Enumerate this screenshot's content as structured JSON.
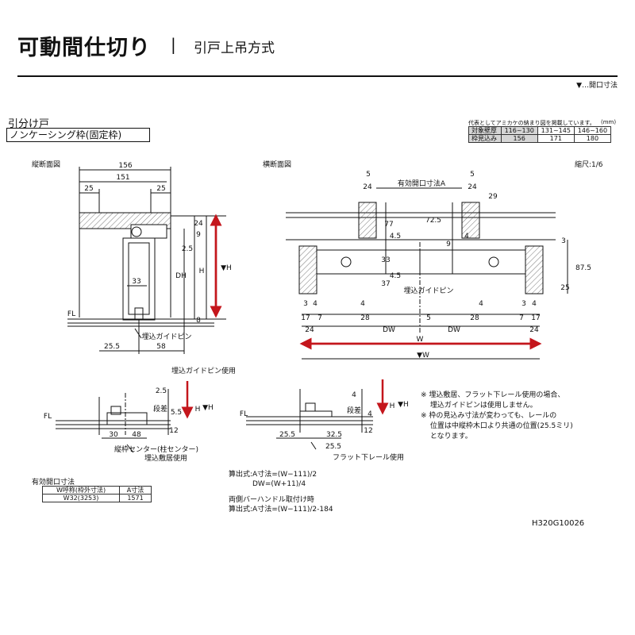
{
  "header": {
    "title": "可動間仕切り",
    "separator": "|",
    "subtitle": "引戸上吊方式",
    "legend": "▼…開口寸法"
  },
  "door": {
    "type": "引分け戸",
    "frame": "ノンケーシング枠(固定枠)"
  },
  "spec": {
    "note": "代表としてアミカケの納まり図を掲載しています。",
    "unit": "(mm)",
    "rows": [
      [
        "対象壁厚",
        "116~130",
        "131~145",
        "146~160"
      ],
      [
        "枠見込み",
        "156",
        "171",
        "180"
      ]
    ]
  },
  "labels": {
    "vertical_section": "縦断面図",
    "horizontal_section": "横断面図",
    "scale": "縮尺:1/6",
    "guide_pin_usage": "埋込ガイドピン使用",
    "guide_pin": "埋込ガイドピン",
    "opening_a": "有効開口寸法A",
    "fl": "FL",
    "floor_diff": "段差",
    "post_center": "縦枠センター(柱センター)",
    "threshold_usage": "埋込敷居使用",
    "flat_rail_usage": "フラット下レール使用",
    "dim_w": "W",
    "dim_w_open": "▼W",
    "dim_dw": "DW",
    "dim_dh": "DH",
    "dim_h": "H",
    "dim_h_open": "▼H"
  },
  "dims": {
    "d156": "156",
    "d151": "151",
    "d25": "25",
    "d24": "24",
    "d8": "8",
    "d9": "9",
    "d25_5": "25.5",
    "d58": "58",
    "d33": "33",
    "d5": "5",
    "d29": "29",
    "d77": "77",
    "d72_5": "72.5",
    "d4_5": "4.5",
    "d37": "37",
    "d4": "4",
    "d3": "3",
    "d7": "7",
    "d17": "17",
    "d28": "28",
    "d87_5": "87.5",
    "d2_5": "2.5",
    "d5_5": "5.5",
    "d12": "12",
    "d30": "30",
    "d48": "48",
    "d32_5": "32.5"
  },
  "notes": [
    "※ 埋込敷居、フラット下レール使用の場合、",
    "　 埋込ガイドピンは使用しません。",
    "※ 枠の見込み寸法が変わっても、レールの",
    "　 位置は中縦枠木口より共通の位置(25.5ミリ)",
    "　 となります。"
  ],
  "opening": {
    "title": "有効開口寸法",
    "headers": [
      "W呼称(枠外寸法)",
      "A寸法"
    ],
    "rows": [
      [
        "W32(3253)",
        "1571"
      ]
    ]
  },
  "formulas": [
    "算出式:A寸法=(W−111)/2",
    "DW=(W+11)/4",
    "",
    "両側バーハンドル取付け時",
    "算出式:A寸法=(W−111)/2-184"
  ],
  "doc_number": "H320G10026",
  "colors": {
    "ink": "#111111",
    "red_arrow": "#c4161c",
    "shade": "#d6d6d6",
    "hatch": "#555555"
  }
}
